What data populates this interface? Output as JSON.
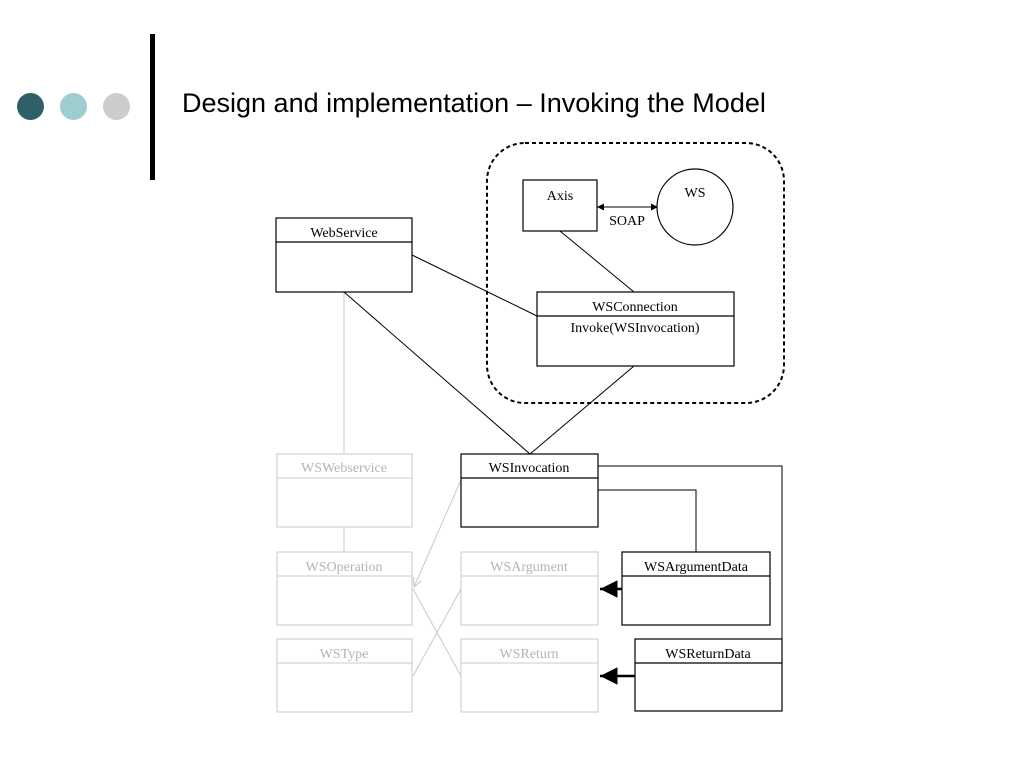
{
  "slide": {
    "title": "Design and implementation – Invoking the Model",
    "bullet_colors": [
      "#2f6068",
      "#9ecdd0",
      "#cccccc"
    ]
  },
  "diagram": {
    "components": {
      "axis": "Axis",
      "ws": "WS",
      "soap": "SOAP",
      "webservice": "WebService",
      "wsconnection": "WSConnection",
      "wsconnection_method": "Invoke(WSInvocation)",
      "wsinvocation": "WSInvocation",
      "wsargumentdata": "WSArgumentData",
      "wsreturndata": "WSReturnData"
    },
    "model_classes": {
      "wswebservice": "WSWebservice",
      "wsoperation": "WSOperation",
      "wsargument": "WSArgument",
      "wstype": "WSType",
      "wsreturn": "WSReturn"
    },
    "colors": {
      "active": "#000000",
      "faded": "#c8c8c8",
      "faded_text": "#b4b4b4"
    }
  }
}
